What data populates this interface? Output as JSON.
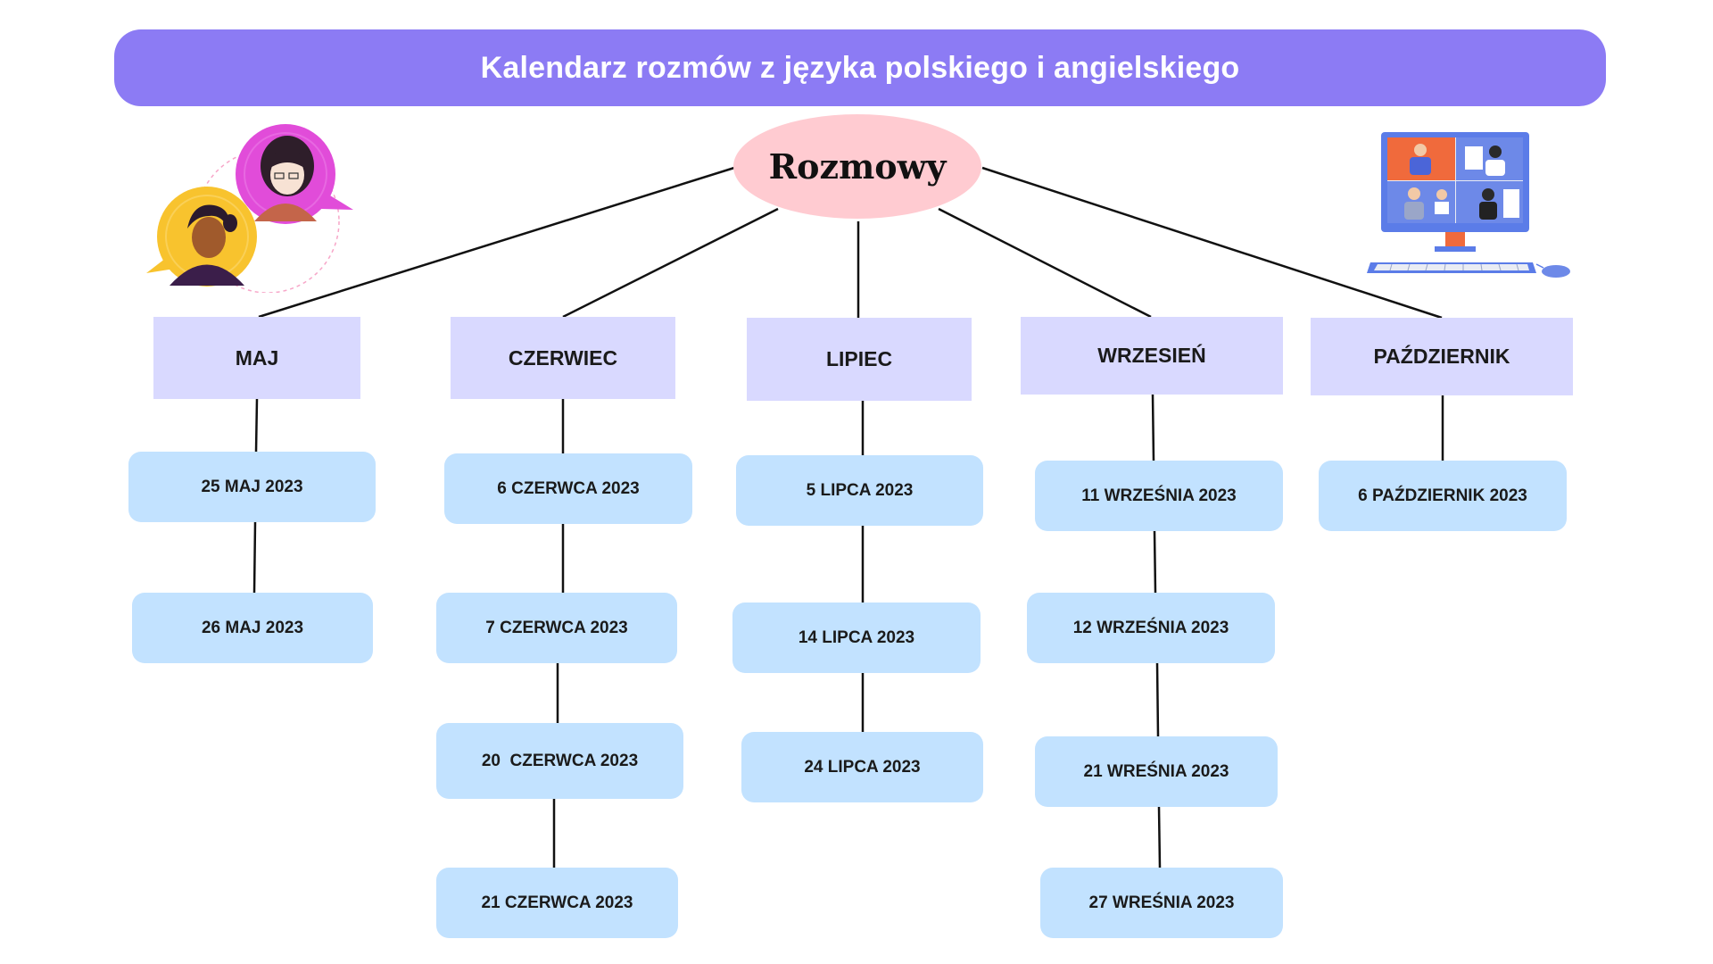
{
  "title": "Kalendarz rozmów z języka polskiego i angielskiego",
  "root": {
    "label": "Rozmowy"
  },
  "months": [
    {
      "label": "MAJ",
      "dates": [
        "25 MAJ 2023",
        "26 MAJ 2023"
      ]
    },
    {
      "label": "CZERWIEC",
      "dates": [
        "6 CZERWCA 2023",
        "7 CZERWCA 2023",
        "20  CZERWCA 2023",
        "21 CZERWCA 2023"
      ]
    },
    {
      "label": "LIPIEC",
      "dates": [
        "5 LIPCA 2023",
        "14 LIPCA 2023",
        "24 LIPCA 2023"
      ]
    },
    {
      "label": "WRZESIEŃ",
      "dates": [
        "11 WRZEŚNIA 2023",
        "12 WRZEŚNIA 2023",
        "21 WREŚNIA 2023",
        "27 WREŚNIA 2023"
      ]
    },
    {
      "label": "PAŹDZIERNIK",
      "dates": [
        "6 PAŹDZIERNIK 2023"
      ]
    }
  ],
  "colors": {
    "banner": "#8C7BF4",
    "root": "#FFCBD1",
    "month": "#D9D9FF",
    "date": "#C2E2FF"
  },
  "illustrations": [
    "chat-people-illustration",
    "video-call-computer-illustration"
  ]
}
